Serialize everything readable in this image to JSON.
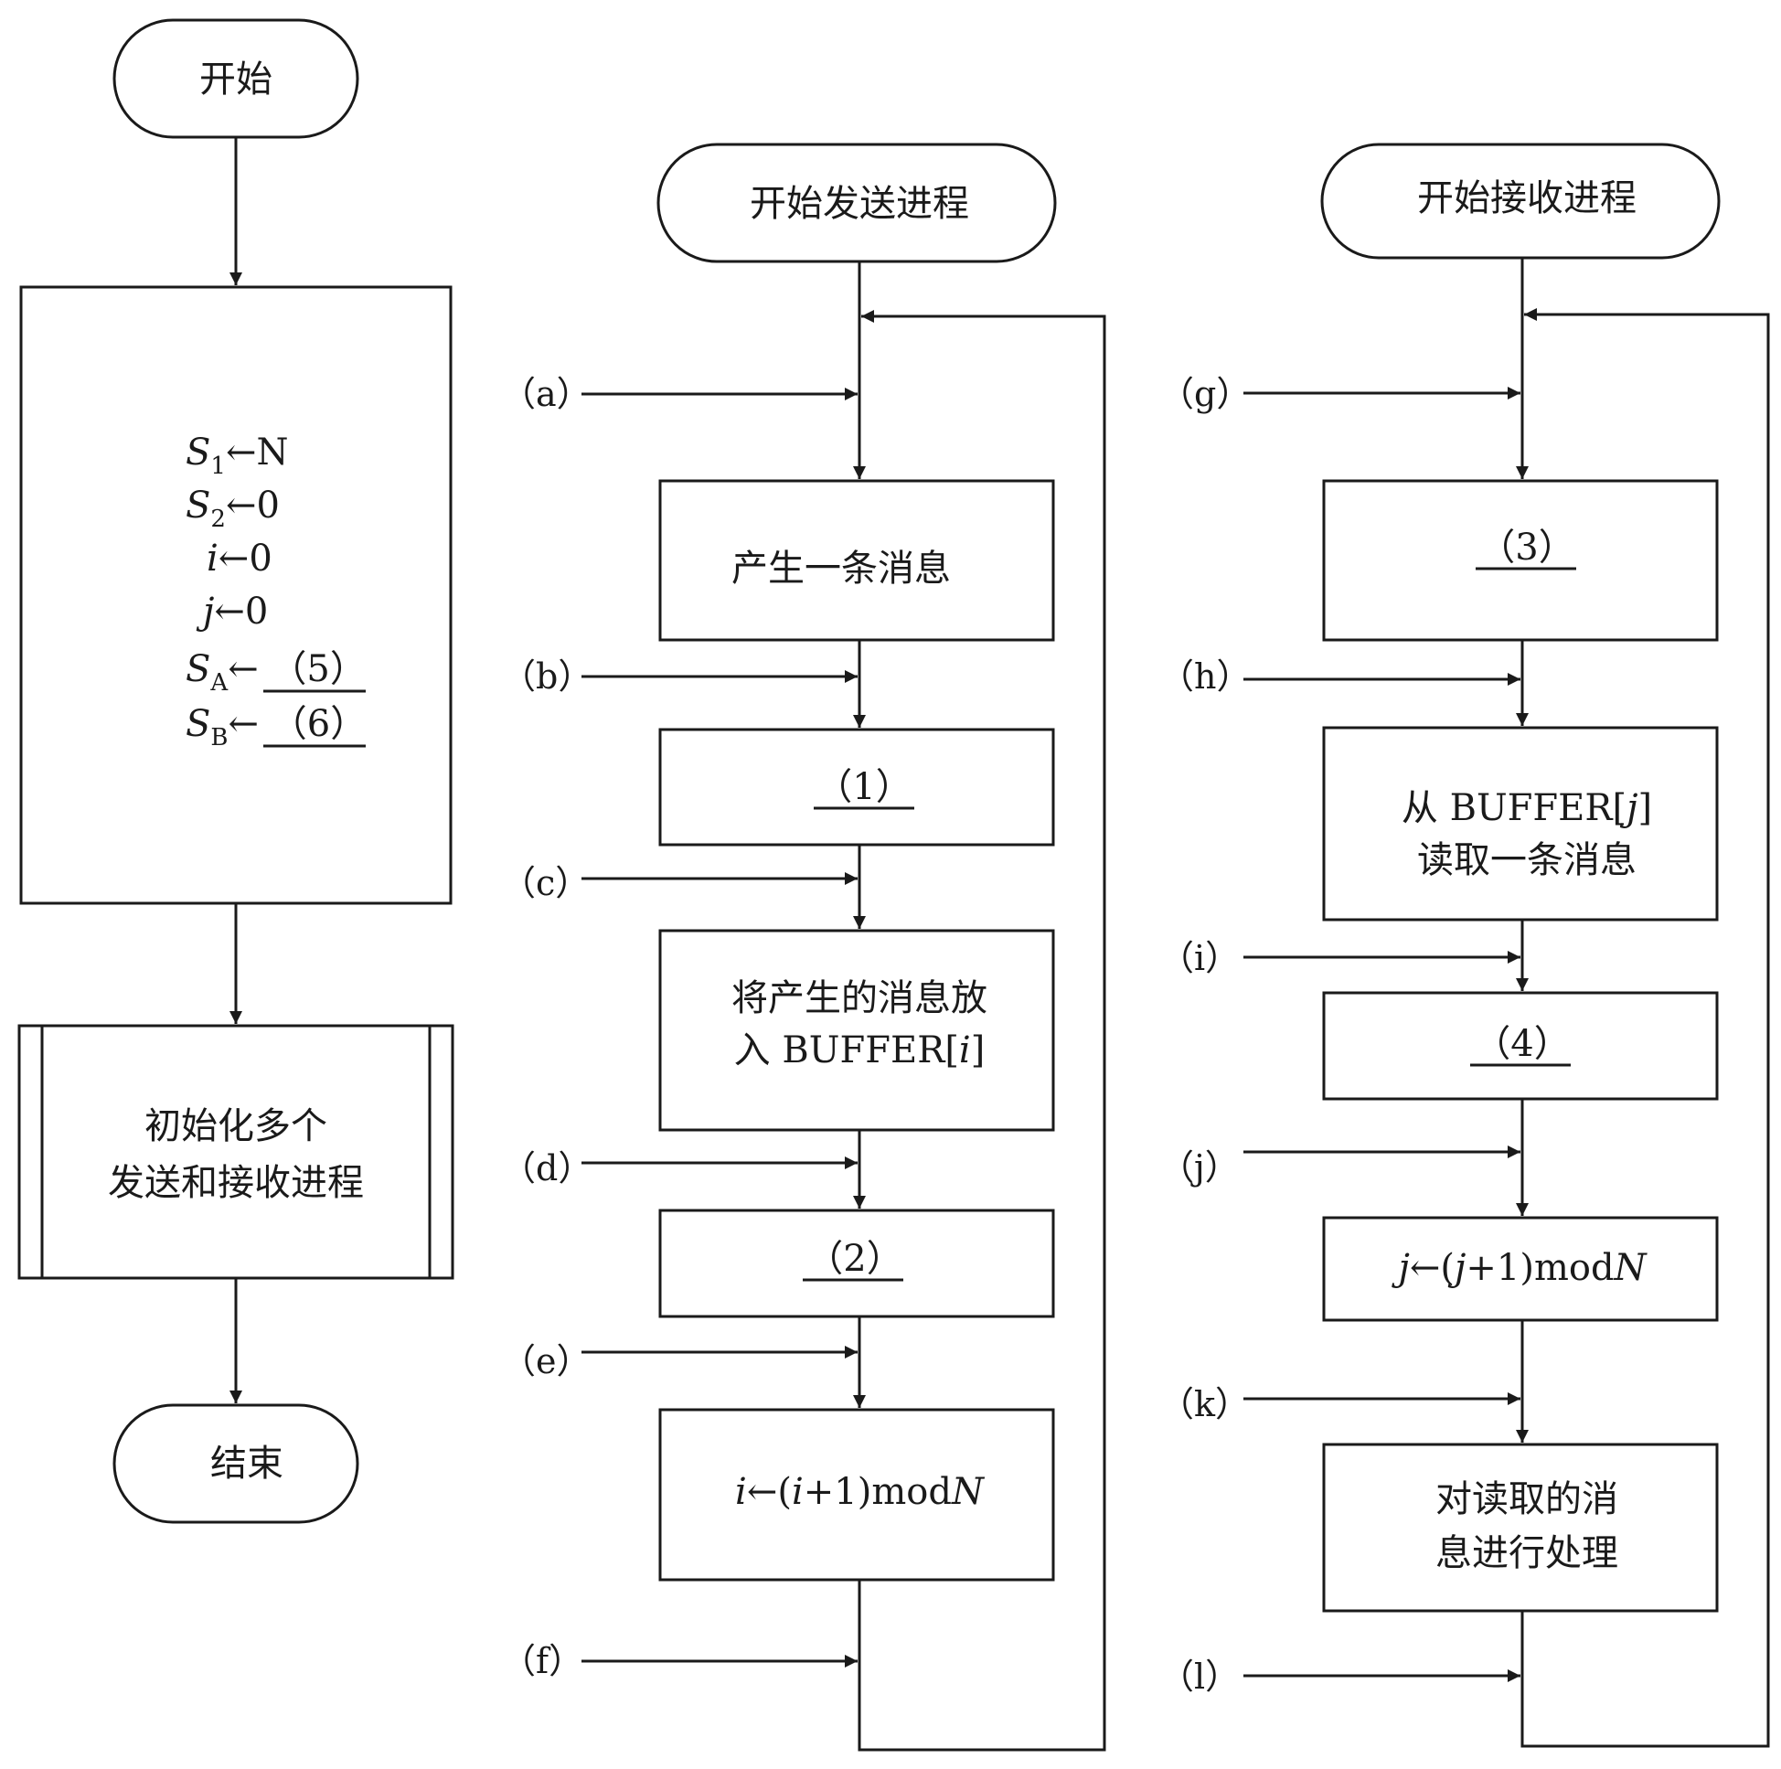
{
  "init_flow": {
    "start": "开始",
    "init_lines": [
      "S",
      "1",
      "←N",
      "S",
      "2",
      "←0",
      "i",
      "←0",
      "j",
      "←0",
      "S",
      "A",
      "← ",
      "（5）",
      "S",
      "B",
      "← ",
      "（6）"
    ],
    "init_processes": [
      "初始化多个",
      "发送和接收进程"
    ],
    "end": "结束"
  },
  "send_flow": {
    "start": "开始发送进程",
    "step_generate": "产生一条消息",
    "blank_1": "（1）",
    "step_put": [
      "将产生的消息放",
      "入 BUFFER[",
      "i",
      "]"
    ],
    "blank_2": "（2）",
    "step_increment": [
      "i",
      "←(",
      "i",
      "+1)mod",
      "N"
    ],
    "markers": [
      "（a）",
      "（b）",
      "（c）",
      "（d）",
      "（e）",
      "（f）"
    ]
  },
  "receive_flow": {
    "start": "开始接收进程",
    "blank_3": "（3）",
    "step_read": [
      "从 BUFFER[",
      "j",
      "]",
      "读取一条消息"
    ],
    "blank_4": "（4）",
    "step_increment": [
      "j",
      "←(",
      "j",
      "+1)mod",
      "N"
    ],
    "step_process": [
      "对读取的消",
      "息进行处理"
    ],
    "markers": [
      "（g）",
      "（h）",
      "（i）",
      "（j）",
      "（k）",
      "（l）"
    ]
  }
}
